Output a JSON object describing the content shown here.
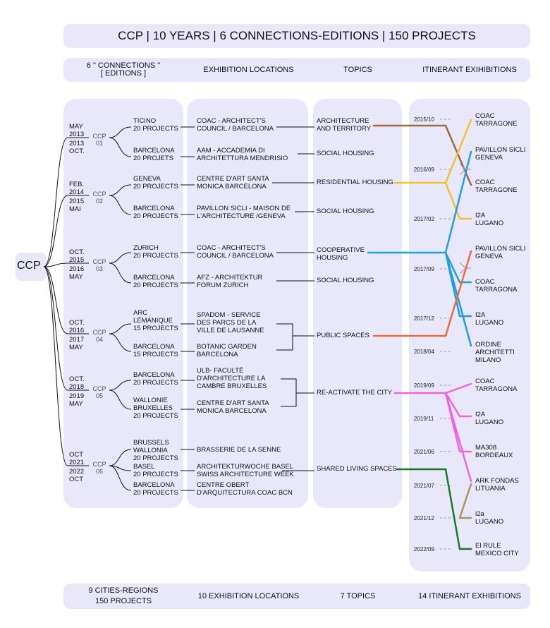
{
  "title": "CCP | 10 YEARS | 6 CONNECTIONS-EDITIONS | 150 PROJECTS",
  "root": "CCP",
  "headers": [
    "6 \" CONNECTIONS \"\n[ EDITIONS ]",
    "EXHIBITION LOCATIONS",
    "TOPICS",
    "ITINERANT EXIHIBITIONS"
  ],
  "editions": [
    {
      "dates_top": "MAY\n2013",
      "dates_bottom": "2013\nOCT.",
      "ccp": "CCP\n01"
    },
    {
      "dates_top": "FEB.\n2014",
      "dates_bottom": "2015\nMAI",
      "ccp": "CCP\n02"
    },
    {
      "dates_top": "OCT.\n2015",
      "dates_bottom": "2016\nMAY",
      "ccp": "CCP\n03"
    },
    {
      "dates_top": "OCT.\n2016",
      "dates_bottom": "2017\nMAY",
      "ccp": "CCP\n04"
    },
    {
      "dates_top": "OCT.\n2018",
      "dates_bottom": "2019\nMAY",
      "ccp": "CCP\n05"
    },
    {
      "dates_top": "OCT\n2021",
      "dates_bottom": "2022\nOCT",
      "ccp": "CCP\n06"
    }
  ],
  "regions": [
    "TICINO\n20 PROJECTS",
    "BARCELONA\n20 PROJETS",
    "GENEVA\n20 PROJECTS",
    "BARCELONA\n20 PROJECTS",
    "ZURICH\n20 PROJECTS",
    "BARCELONA\n20 PROJECTS",
    "ARC\nLÉMANIQUE\n15 PROJECTS",
    "BARCELONA\n15 PROJECTS",
    "BARCELONA\n20 PROJECTS",
    "WALLONIE\nBRUXELLES\n20 PROJECTS",
    "BRUSSELS\nWALLONIA\n20 PROJECTS",
    "BASEL\n20 PROJECTS",
    "BARCELONA\n20 PROJECTS"
  ],
  "locations": [
    "COAC - ARCHITECT'S\nCOUNCIL / BARCELONA",
    "AAM - ACCADEMIA DI\nARCHITETTURA MENDRISIO",
    "CENTRE D'ART SANTA\nMONICA BARCELONA",
    "PAVILLON SICLI - MAISON DE\nL'ARCHITECTURE /GENEVA",
    "COAC - ARCHITECT'S\nCOUNCIL / BARCELONA",
    "AFZ - ARCHITEKTUR\nFORUM ZURICH",
    "SPADOM - SERVICE\nDES PARCS DE LA\nVILLE DE LAUSANNE",
    "BOTANIC GARDEN\nBARCELONA",
    "ULB- FACULTÉ\nD'ARCHITECTURE LA\nCAMBRE BRUXELLES",
    "CENTRE D'ART SANTA\nMONICA BARCELONA",
    "BRASSERIE DE LA SENNE",
    "ARCHITEKTURWOCHE BASEL\nSWISS ARCHITECTURE WEEK",
    "CENTRE OBERT\nD'ARQUITECTURA COAC BCN"
  ],
  "topics": [
    "ARCHITECTURE\nAND TERRITORY",
    "SOCIAL HOUSING",
    "RESIDENTIAL HOUSING",
    "SOCIAL HOUSING",
    "COOPERATIVE\nHOUSING",
    "SOCIAL HOUSING",
    "PUBLIC SPACES",
    "RE-ACTIVATE THE CITY",
    "SHARED LIVING SPACES"
  ],
  "dates": [
    "2015/10",
    "2016/09",
    "2017/02",
    "2017/09",
    "2017/12",
    "2018/04",
    "2019/09",
    "2019/11",
    "2021/06",
    "2021/07",
    "2021/12",
    "2022/09"
  ],
  "itinerant": [
    "COAC\nTARRAGONE",
    "PAVILLON SICLI\nGENEVA",
    "COAC\nTARRAGONE",
    "I2A\nLUGANO",
    "PAVILLON SICLI\nGENEVA",
    "COAC\nTARRAGONA",
    "I2A\nLUGANO",
    "ORDINE\nARCHITETTI\nMILANO",
    "COAC\nTARRAGONA",
    "I2A\nLUGANO",
    "MA308\nBORDEAUX",
    "ARK FONDAS\nLITUANIA",
    "i2a\nLUGANO",
    "El RULE\nMEXICO CITY"
  ],
  "footer": [
    "9 CITIES-REGIONS\n150 PROJECTS",
    "10 EXHIBITION LOCATIONS",
    "7 TOPICS",
    "14 ITINERANT EXHIBITIONS"
  ],
  "colors": {
    "architecture_territory": "#9a6a3e",
    "residential_housing": "#f2c12e",
    "cooperative_housing": "#1f9de0",
    "public_spaces": "#ee6a3c",
    "reactivate_city": "#ee64dd",
    "shared_living": "#177a1f",
    "lugano_2021": "#a8965a",
    "panel": "#e9e8fb"
  }
}
